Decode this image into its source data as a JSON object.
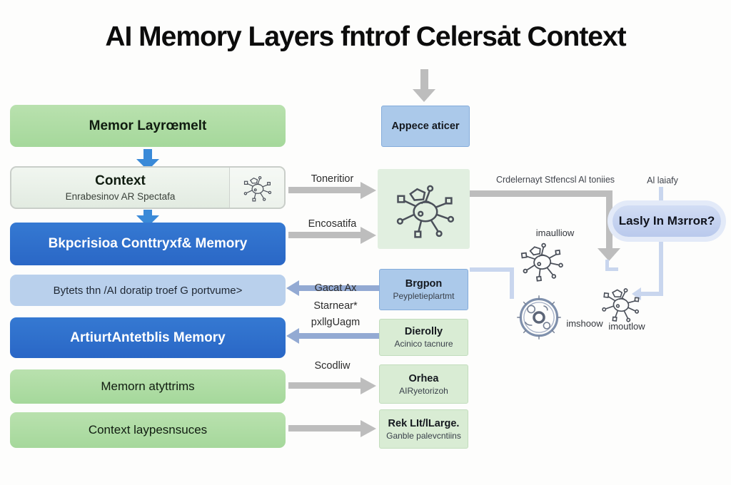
{
  "title": "AI Memory Layers fntrof Celersȧt Context",
  "left_flow": {
    "boxes": [
      {
        "label": "Memor Layrœmelt"
      },
      {
        "label": "Context",
        "sub": "Enrabesinov AR Spectafa"
      },
      {
        "label": "Bkpcrisioa Conttryxf& Memory"
      },
      {
        "label": "Bytets thn /AI doratip troef G portvume>"
      },
      {
        "label": "ArtiurtAntetblis Memory"
      },
      {
        "label": "Memorn atyttrims"
      },
      {
        "label": "Context laypesnsuces"
      }
    ]
  },
  "connector_labels": {
    "toneritior": "Toneritior",
    "encosatifa": "Encosatifa",
    "gacat": "Gacat Ax",
    "starnear": "Starnear*",
    "pxllguagm": "pxllgUagm",
    "scodliw": "Scodliw"
  },
  "middle_flow": {
    "aspect_box": "Appece aticer",
    "brgpon": {
      "title": "Brgpon",
      "sub": "Peypletieplartmt"
    },
    "dierolly": {
      "title": "Dierolly",
      "sub": "Acinico tacnure"
    },
    "orhea": {
      "title": "Orhea",
      "sub": "AIRyetorizoh"
    },
    "rek": {
      "title": "Rek LIt/lLarge.",
      "sub": "Ganble palevcntiins"
    }
  },
  "right_flow": {
    "top_label": "Crdelernayt Stfencsl Al toniies",
    "al_label": "Al laiafy",
    "memory_pill": "Lasly In Mɜrroʀ?",
    "molecule_labels": {
      "inflow": "imaulliow",
      "show": "imshoow",
      "outflow": "imoutlow"
    }
  },
  "colors": {
    "green_box": "#aedda4",
    "blue_box": "#2e70cd",
    "lightblue_box": "#b9d0ec",
    "mid_blue": "#abc9ea",
    "mid_green": "#d9ecd4",
    "gray_arrow": "#bdbdbd",
    "blue_arrow": "#3a8ad8",
    "muted_blue_arrow": "#93aad3",
    "connector_line": "#c9d6ee",
    "pill": "#c3d2f0"
  }
}
